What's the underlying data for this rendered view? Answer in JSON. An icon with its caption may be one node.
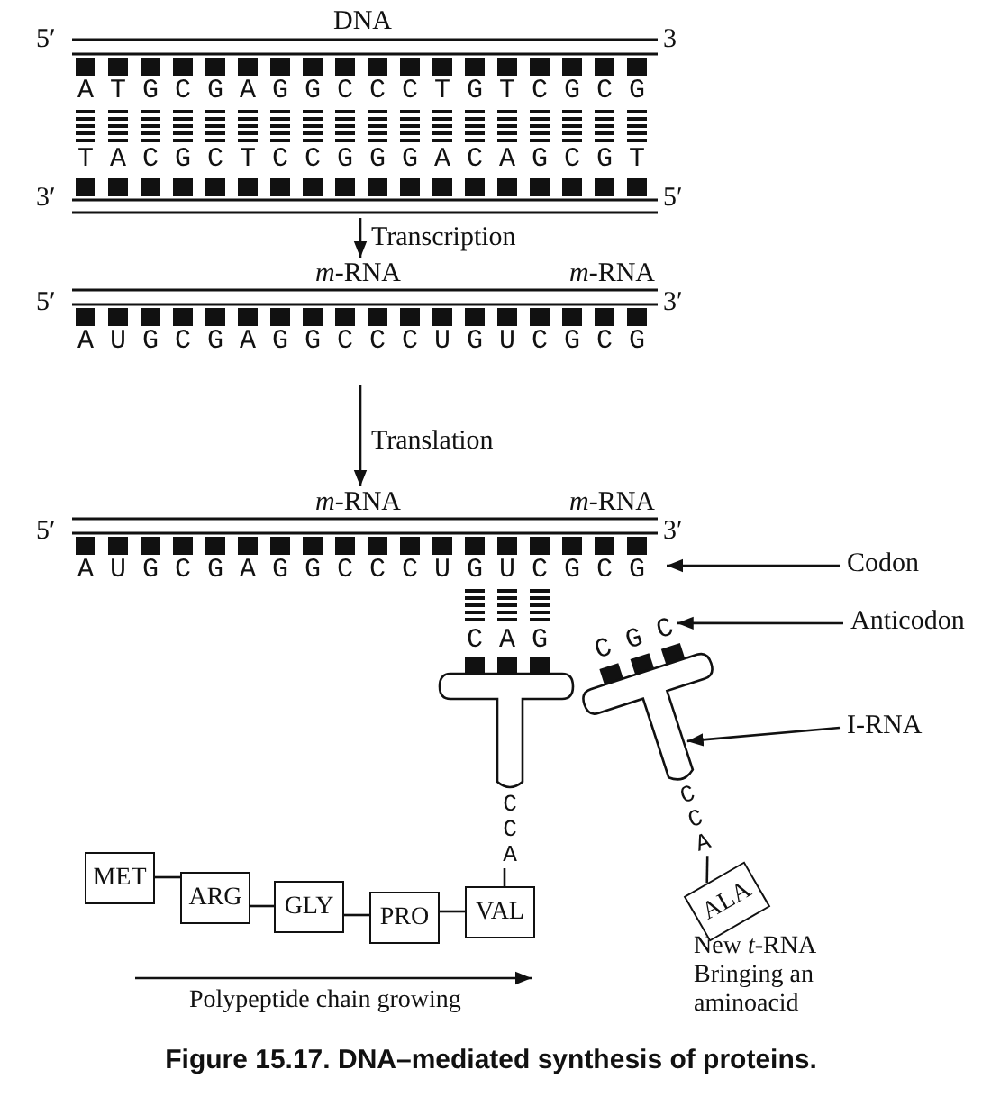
{
  "diagram": {
    "caption": "Figure 15.17. DNA–mediated synthesis of proteins.",
    "nodes": [
      {
        "text": [
          "DNA",
          "ATGCGAGGCCCTGTCGCG",
          "TACGCTCCGGGACAGCGT"
        ],
        "beside": [
          "5′",
          "3",
          "3′",
          "5′"
        ]
      },
      {
        "text": [
          "*m*-RNA",
          "*m*-RNA",
          "AUGCGAGGCCCUGUCGCG"
        ],
        "beside": [
          "5′",
          "3′"
        ]
      },
      {
        "text": [
          "*m*-RNA",
          "*m*-RNA",
          "AUGCGAGGCCCUGUCGCG"
        ],
        "beside": [
          "5′",
          "3′"
        ]
      },
      {
        "text": [
          "Codon"
        ]
      },
      {
        "text": [
          "Anticodon"
        ]
      },
      {
        "text": [
          "CAG",
          "CCA"
        ]
      },
      {
        "text": [
          "CGC",
          "CCA"
        ]
      },
      {
        "text": [
          "I-RNA"
        ]
      },
      {
        "text": [
          "MET"
        ]
      },
      {
        "text": [
          "ARG"
        ]
      },
      {
        "text": [
          "GLY"
        ]
      },
      {
        "text": [
          "PRO"
        ]
      },
      {
        "text": [
          "VAL"
        ]
      },
      {
        "text": [
          "ALA"
        ]
      }
    ],
    "edges": [
      {
        "from": 0,
        "to": 1,
        "arrow": "to",
        "label": "Transcription"
      },
      {
        "from": 1,
        "to": 2,
        "arrow": "to",
        "label": "Translation"
      },
      {
        "from": 3,
        "to": 2,
        "arrow": "to"
      },
      {
        "from": 4,
        "to": 6,
        "arrow": "to"
      },
      {
        "from": 7,
        "to": 6,
        "arrow": "to"
      },
      {
        "from": 8,
        "to": 9,
        "arrow": "none"
      },
      {
        "from": 9,
        "to": 10,
        "arrow": "none"
      },
      {
        "from": 10,
        "to": 11,
        "arrow": "none"
      },
      {
        "from": 11,
        "to": 12,
        "arrow": "none"
      },
      {
        "from": 5,
        "to": 12,
        "arrow": "none"
      },
      {
        "from": 6,
        "to": 13,
        "arrow": "none"
      }
    ],
    "labels": [
      "New *t*-RNA Bringing an aminoacid",
      "Polypeptide chain growing"
    ]
  }
}
